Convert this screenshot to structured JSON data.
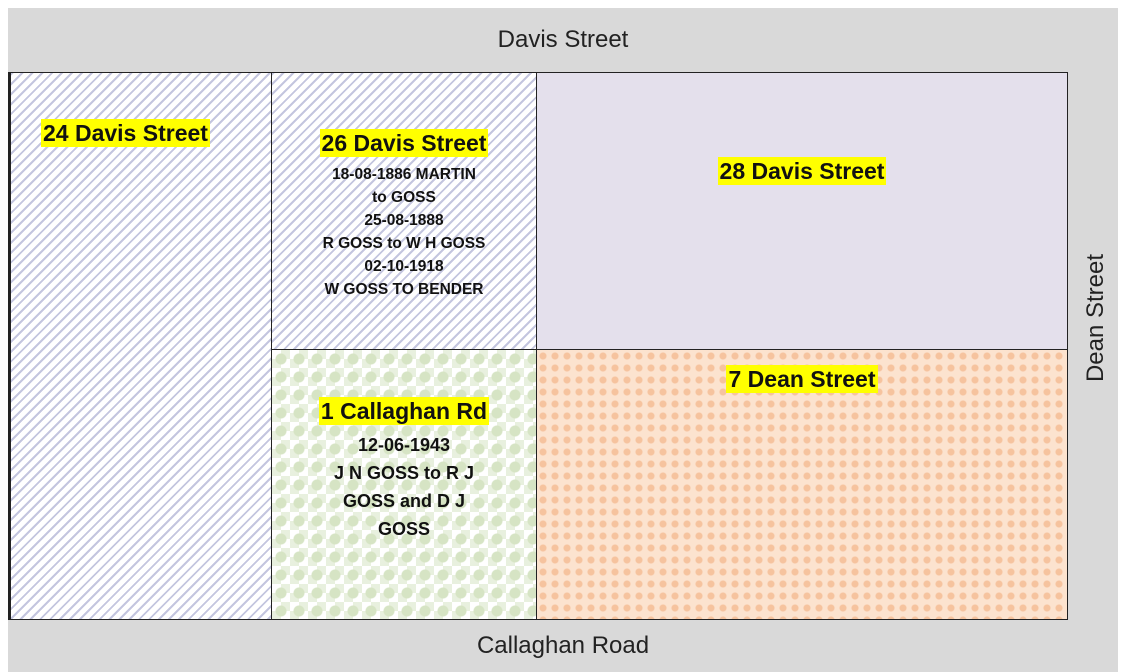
{
  "streets": {
    "top": "Davis Street",
    "bottom": "Callaghan Road",
    "right": "Dean Street"
  },
  "lots": {
    "lot_24": {
      "title": "24 Davis Street"
    },
    "lot_26": {
      "title": "26 Davis Street",
      "notes": [
        "18-08-1886 MARTIN",
        "to GOSS",
        "25-08-1888",
        "R GOSS to W H GOSS",
        "02-10-1918",
        "W GOSS TO BENDER"
      ]
    },
    "lot_28": {
      "title": "28 Davis Street"
    },
    "lot_1c": {
      "title": "1 Callaghan Rd",
      "notes": [
        "12-06-1943",
        "J N GOSS to R J",
        "GOSS and D J",
        "GOSS"
      ]
    },
    "lot_7d": {
      "title": "7 Dean Street"
    }
  },
  "colors": {
    "label_highlight": "#ffff00",
    "street_band": "#d9d9d9",
    "lot_28_fill": "#e4e0ec",
    "lot_7d_fill": "#fce3cf",
    "lot_1c_pattern": "#d6e4c4",
    "stripe_pattern": "#c4c6df"
  }
}
